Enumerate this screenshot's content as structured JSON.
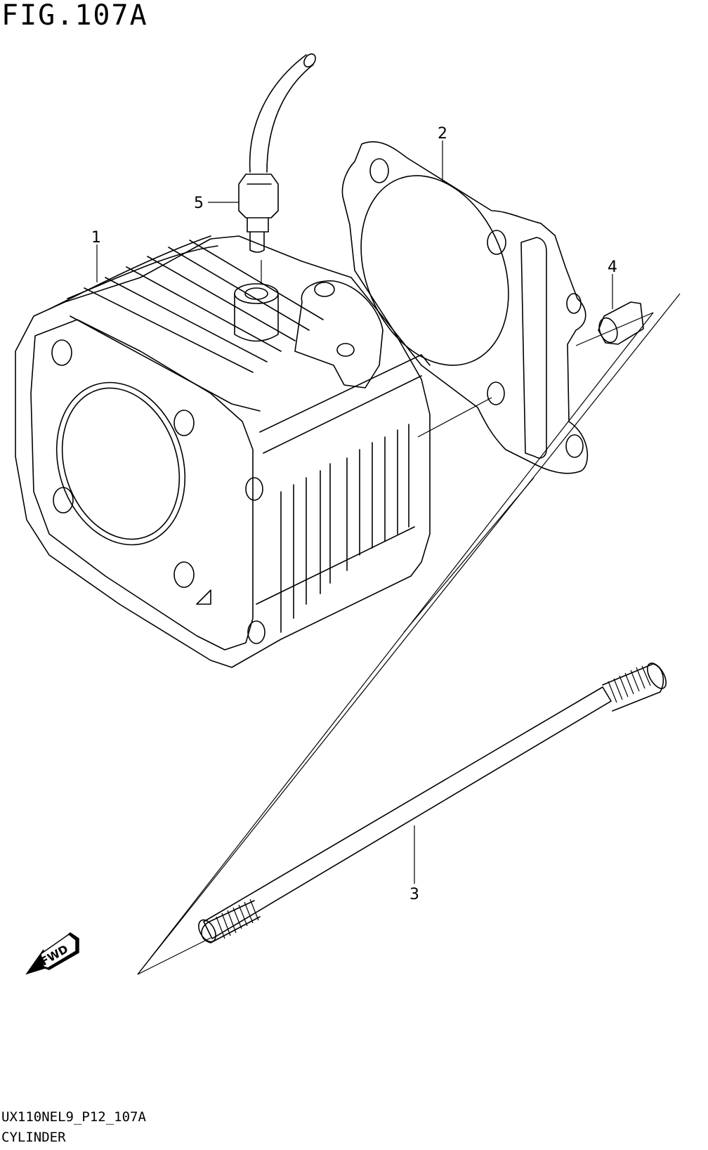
{
  "figure": {
    "title": "FIG.107A"
  },
  "callouts": [
    {
      "id": "callout-1",
      "label": "1"
    },
    {
      "id": "callout-2",
      "label": "2"
    },
    {
      "id": "callout-3",
      "label": "3"
    },
    {
      "id": "callout-4",
      "label": "4"
    },
    {
      "id": "callout-5",
      "label": "5"
    }
  ],
  "fwd_badge": {
    "label": "FWD"
  },
  "footer": {
    "code": "UX110NEL9_P12_107A",
    "caption": "CYLINDER"
  }
}
